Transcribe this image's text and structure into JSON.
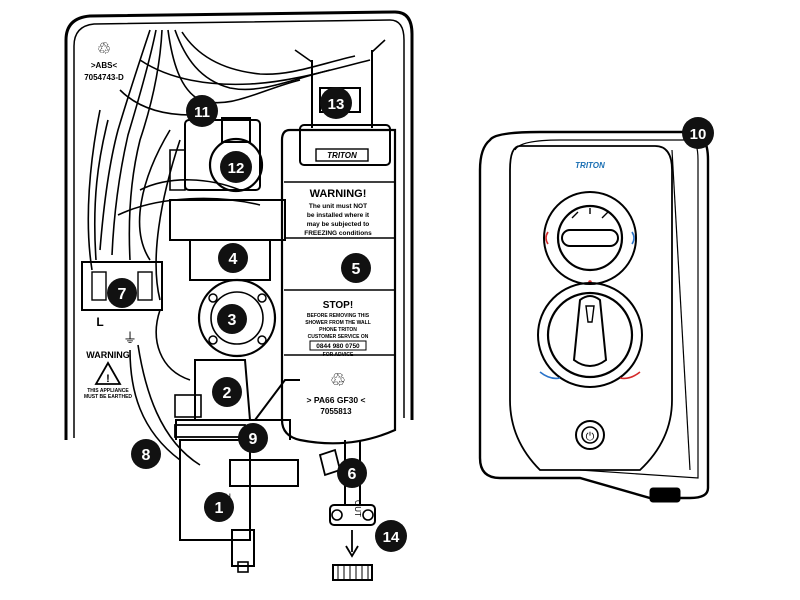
{
  "internal_unit": {
    "recycle_top": "♲",
    "material_code": ">ABS<",
    "part_number_top": "7054743-D",
    "brand_label": "TRITON",
    "warning_heading": "WARNING!",
    "warning_text": [
      "The unit must NOT",
      "be installed where it",
      "may be subjected to",
      "FREEZING conditions"
    ],
    "stop_heading": "STOP!",
    "stop_text": [
      "BEFORE REMOVING THIS",
      "SHOWER FROM THE WALL",
      "PHONE TRITON",
      "CUSTOMER SERVICE ON",
      "0844 980 0750",
      "FOR ADVICE"
    ],
    "material_tank": "> PA66 GF30 <",
    "part_number_tank": "7055813",
    "terminal_label_L": "L",
    "earth_symbol": "⏚",
    "left_warning_heading": "WARNING",
    "left_warning_text": [
      "THIS APPLIANCE",
      "MUST BE EARTHED"
    ]
  },
  "front_cover": {
    "brand_label": "TRITON",
    "power_symbol": "⏻"
  },
  "callouts": [
    {
      "id": "1",
      "label": "1"
    },
    {
      "id": "2",
      "label": "2"
    },
    {
      "id": "3",
      "label": "3"
    },
    {
      "id": "4",
      "label": "4"
    },
    {
      "id": "5",
      "label": "5"
    },
    {
      "id": "6",
      "label": "6"
    },
    {
      "id": "7",
      "label": "7"
    },
    {
      "id": "8",
      "label": "8"
    },
    {
      "id": "9",
      "label": "9"
    },
    {
      "id": "10",
      "label": "10"
    },
    {
      "id": "11",
      "label": "11"
    },
    {
      "id": "12",
      "label": "12"
    },
    {
      "id": "13",
      "label": "13"
    },
    {
      "id": "14",
      "label": "14"
    }
  ]
}
